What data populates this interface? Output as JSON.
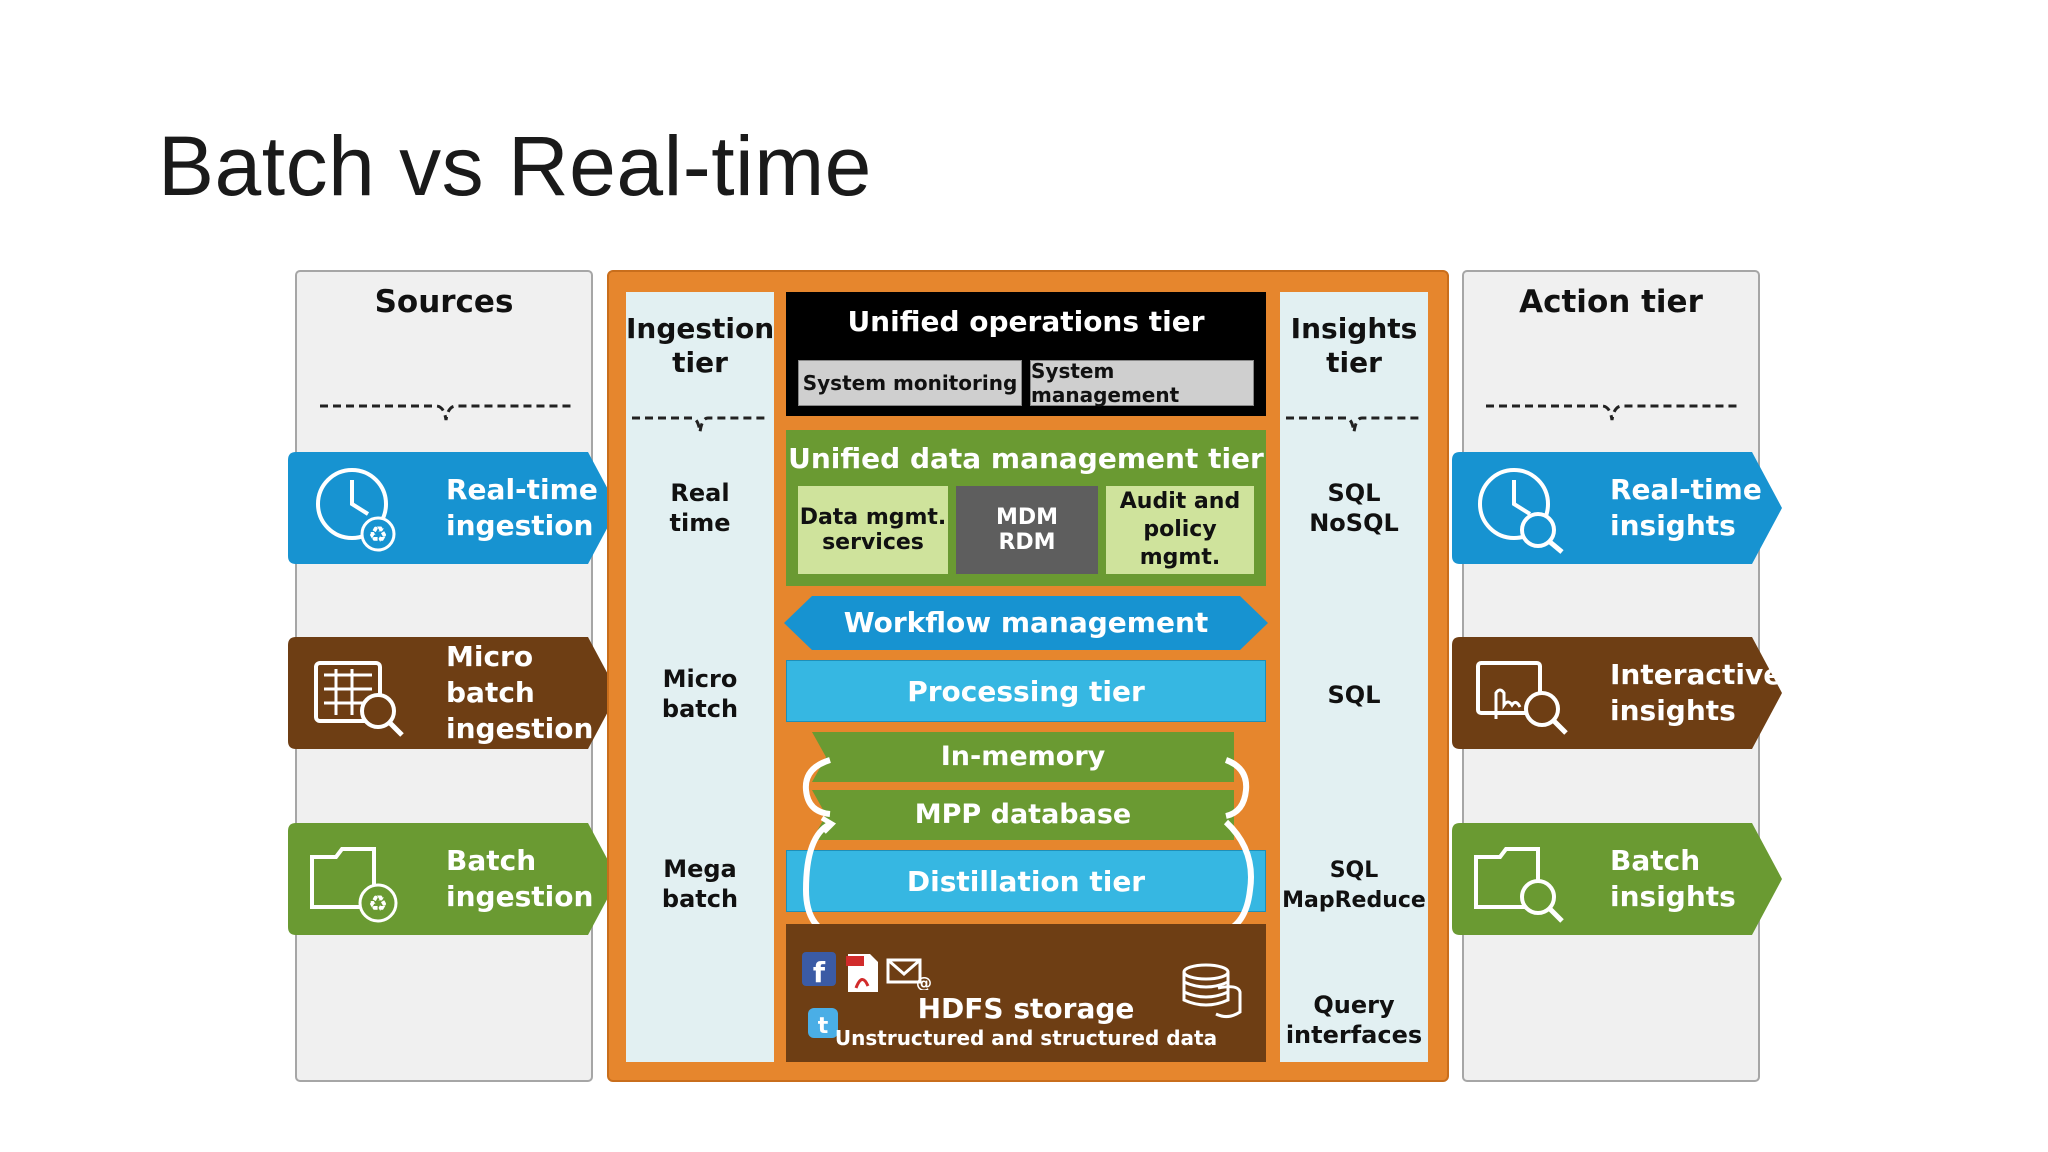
{
  "slide": {
    "title": "Batch vs Real-time"
  },
  "sources": {
    "heading": "Sources",
    "items": [
      {
        "label": "Real-time\ningestion",
        "color": "#1793d1"
      },
      {
        "label": "Micro\nbatch\ningestion",
        "color": "#6e3e14"
      },
      {
        "label": "Batch\ningestion",
        "color": "#6a9a32"
      }
    ]
  },
  "ingestion": {
    "heading": "Ingestion\ntier",
    "items": [
      "Real\ntime",
      "Micro\nbatch",
      "Mega\nbatch"
    ]
  },
  "operations": {
    "heading": "Unified operations tier",
    "monitoring": "System monitoring",
    "management": "System management"
  },
  "data_mgmt": {
    "heading": "Unified data management tier",
    "services": "Data mgmt.\nservices",
    "mdm": "MDM\nRDM",
    "audit": "Audit and\npolicy\nmgmt."
  },
  "workflow": "Workflow management",
  "processing": "Processing tier",
  "in_memory": "In-memory",
  "mpp": "MPP database",
  "distillation": "Distillation tier",
  "hdfs": {
    "title": "HDFS storage",
    "subtitle": "Unstructured and structured data"
  },
  "insights": {
    "heading": "Insights\ntier",
    "items": [
      "SQL\nNoSQL",
      "SQL",
      "SQL\nMapReduce",
      "Query\ninterfaces"
    ]
  },
  "action": {
    "heading": "Action tier",
    "items": [
      {
        "label": "Real-time\ninsights",
        "color": "#1793d1"
      },
      {
        "label": "Interactive\ninsights",
        "color": "#6e3e14"
      },
      {
        "label": "Batch\ninsights",
        "color": "#6a9a32"
      }
    ]
  }
}
